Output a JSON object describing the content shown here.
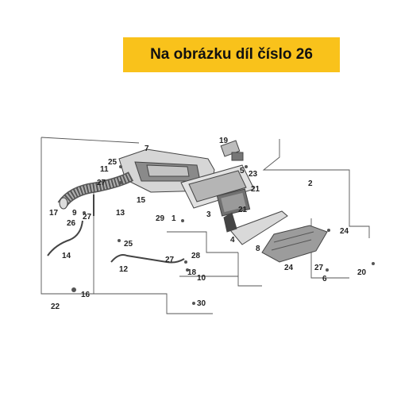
{
  "banner": {
    "text": "Na obrázku díl číslo 26"
  },
  "callouts": {
    "c7": "7",
    "c19": "19",
    "c25a": "25",
    "c11": "11",
    "c5": "5",
    "c23": "23",
    "c27a": "27",
    "c2": "2",
    "c21a": "21",
    "c17": "17",
    "c9": "9",
    "c27b": "27",
    "c13": "13",
    "c15": "15",
    "c29": "29",
    "c1": "1",
    "c3": "3",
    "c21b": "21",
    "c26": "26",
    "c4": "4",
    "c24a": "24",
    "c8": "8",
    "c14": "14",
    "c25b": "25",
    "c12": "12",
    "c27c": "27",
    "c28": "28",
    "c18": "18",
    "c10": "10",
    "c24b": "24",
    "c27d": "27",
    "c6": "6",
    "c20": "20",
    "c16": "16",
    "c22": "22",
    "c30": "30"
  }
}
